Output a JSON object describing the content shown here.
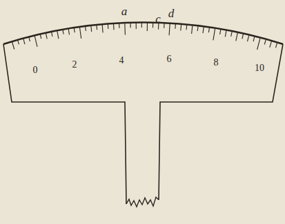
{
  "diagram": {
    "labels": [
      "a",
      "c",
      "d",
      "0",
      "2",
      "4",
      "6",
      "8",
      "10"
    ]
  }
}
